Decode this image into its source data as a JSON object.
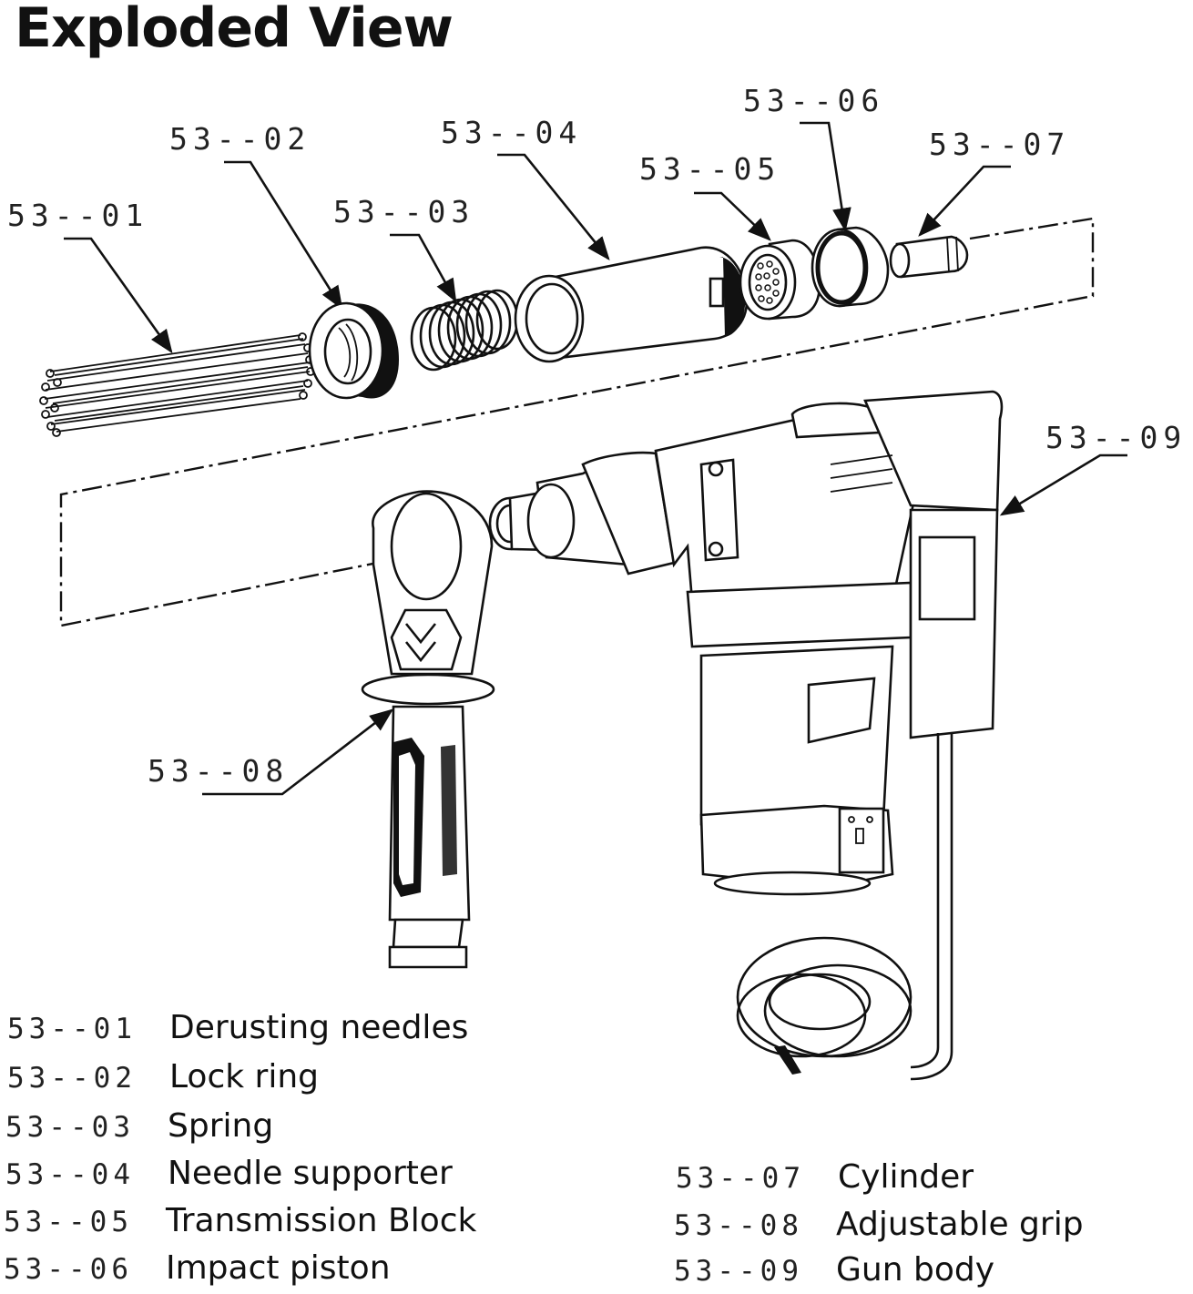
{
  "title": "Exploded View",
  "callouts": [
    {
      "code": "53--01"
    },
    {
      "code": "53--02"
    },
    {
      "code": "53--03"
    },
    {
      "code": "53--04"
    },
    {
      "code": "53--05"
    },
    {
      "code": "53--06"
    },
    {
      "code": "53--07"
    },
    {
      "code": "53--08"
    },
    {
      "code": "53--09"
    }
  ],
  "legend": [
    {
      "code": "53--01",
      "name": "Derusting needles"
    },
    {
      "code": "53--02",
      "name": "Lock ring"
    },
    {
      "code": "53--03",
      "name": "Spring"
    },
    {
      "code": "53--04",
      "name": "Needle supporter"
    },
    {
      "code": "53--05",
      "name": "Transmission Block"
    },
    {
      "code": "53--06",
      "name": "Impact piston"
    },
    {
      "code": "53--07",
      "name": "Cylinder"
    },
    {
      "code": "53--08",
      "name": "Adjustable grip"
    },
    {
      "code": "53--09",
      "name": "Gun body"
    }
  ]
}
